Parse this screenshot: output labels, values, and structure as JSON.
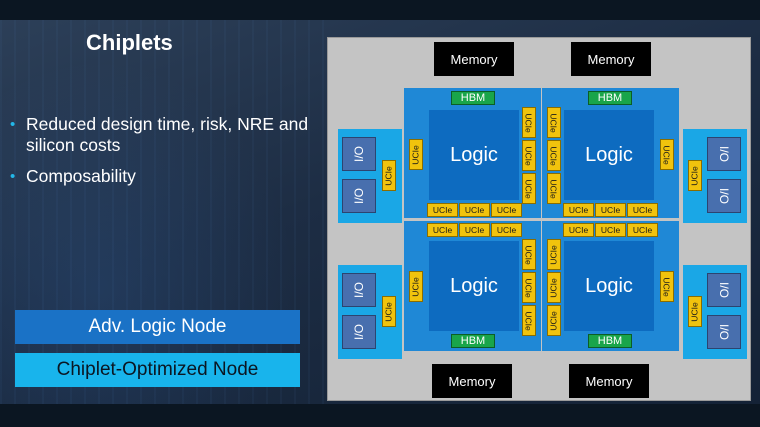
{
  "slide": {
    "title": "Chiplets",
    "bullets": [
      "Reduced design time, risk, NRE and silicon costs",
      "Composability"
    ],
    "nodes": {
      "adv_logic": "Adv. Logic Node",
      "chiplet_optimized": "Chiplet-Optimized Node"
    }
  },
  "diagram": {
    "memory_label": "Memory",
    "logic_label": "Logic",
    "hbm_label": "HBM",
    "ucie_label": "UCIe",
    "io_label": "I/O"
  },
  "colors": {
    "logic_node": "#1a72c6",
    "chiplet_node": "#18b4ec",
    "ucie": "#f1c30d",
    "hbm": "#19a54a",
    "io_panel": "#1aa7e6"
  }
}
